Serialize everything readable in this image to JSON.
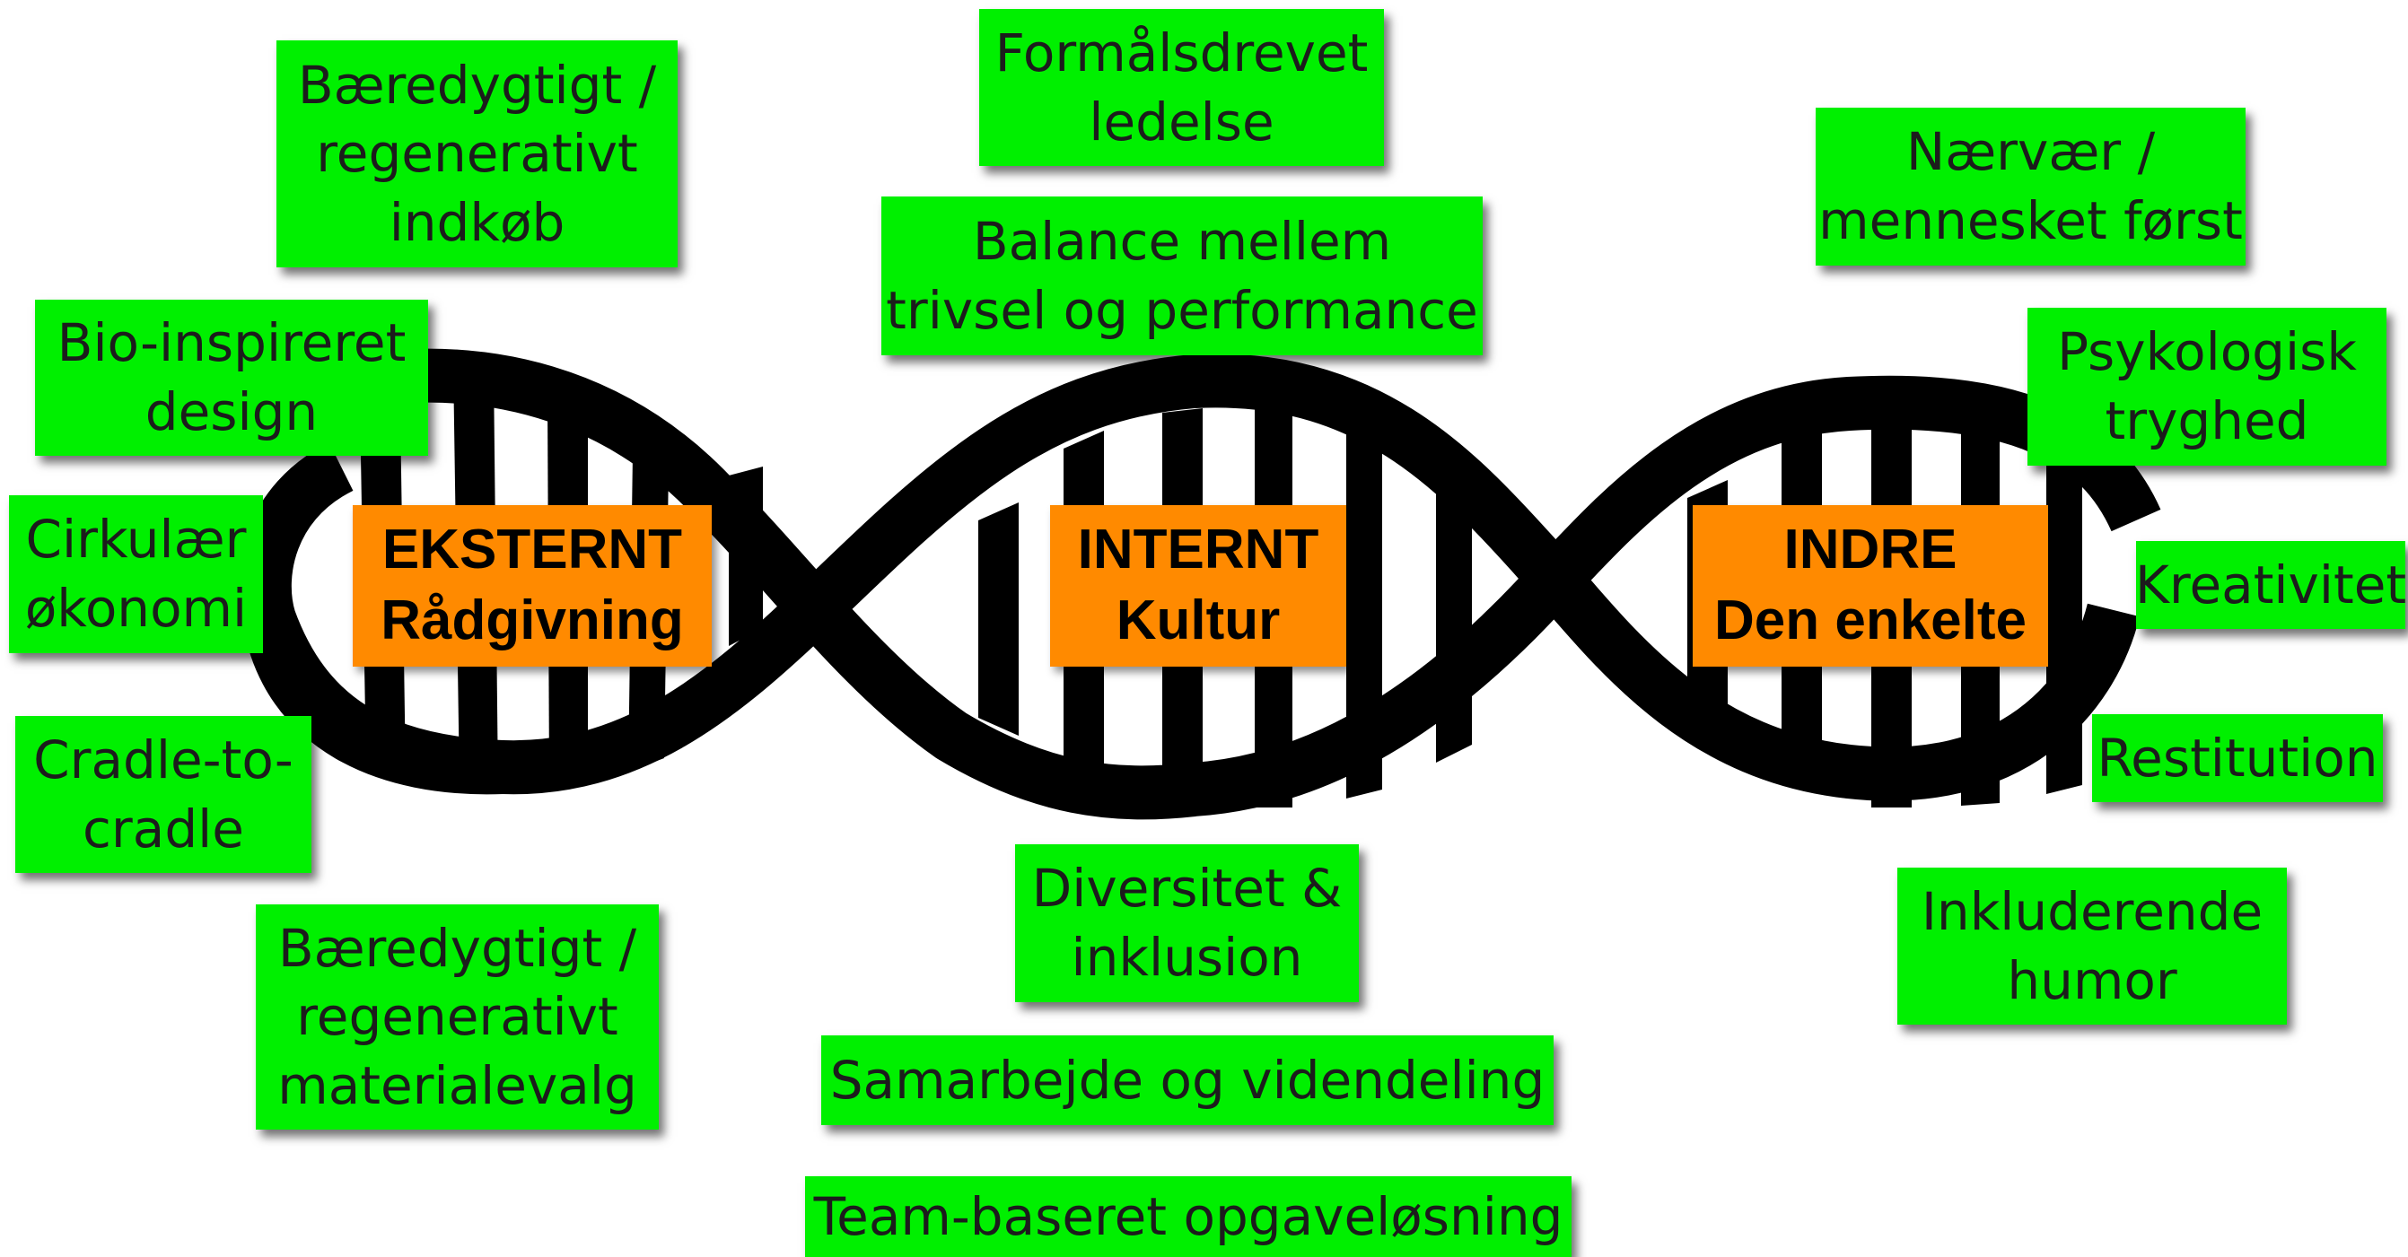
{
  "colors": {
    "green": "#00f000",
    "orange": "#ff8a00",
    "helix": "#000000",
    "text": "#1c1c1c"
  },
  "icons": [
    "dna-double-helix"
  ],
  "center": [
    {
      "title": "EKSTERNT",
      "subtitle": "Rådgivning"
    },
    {
      "title": "INTERNT",
      "subtitle": "Kultur"
    },
    {
      "title": "INDRE",
      "subtitle": "Den enkelte"
    }
  ],
  "left": [
    "Bæredygtigt /\nregenerativt\nindkøb",
    "Bio-inspireret\ndesign",
    "Cirkulær\nøkonomi",
    "Cradle-to-\ncradle",
    "Bæredygtigt /\nregenerativt\nmaterialevalg"
  ],
  "middle": [
    "Formålsdrevet\nledelse",
    "Balance mellem\ntrivsel og performance",
    "Diversitet &\ninklusion",
    "Samarbejde og videndeling",
    "Team-baseret opgaveløsning"
  ],
  "right": [
    "Nærvær /\nmennesket først",
    "Psykologisk\ntryghed",
    "Kreativitet",
    "Restitution",
    "Inkluderende\nhumor"
  ]
}
